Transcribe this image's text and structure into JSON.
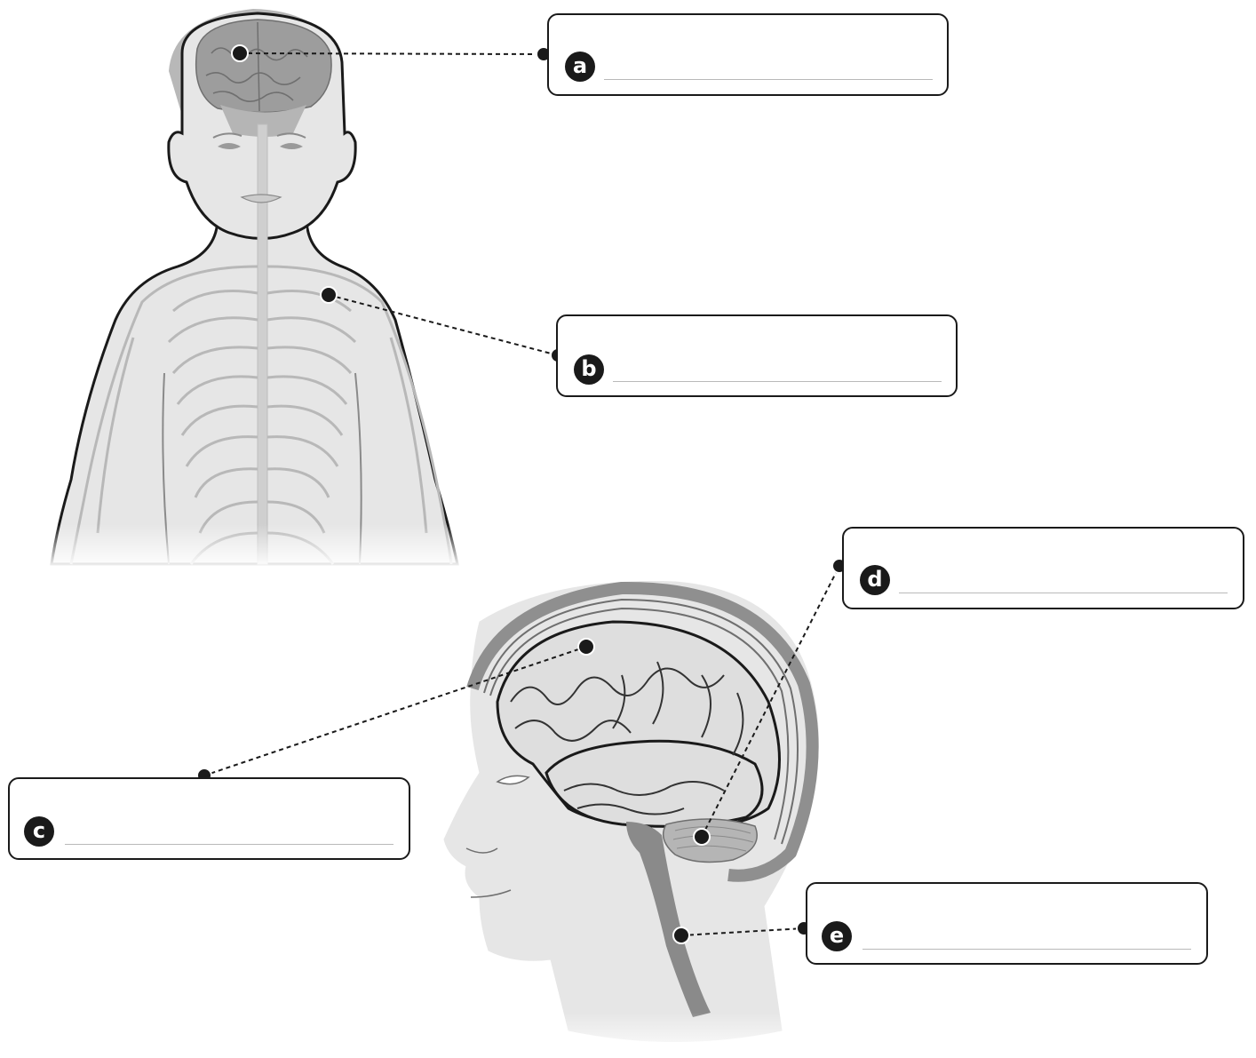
{
  "colors": {
    "outline": "#1a1a1a",
    "skin": "#e8e8e8",
    "nerve": "#b3b3b3",
    "brain": "#a9a9a9",
    "brain_light": "#dcdcdc"
  },
  "labels": [
    {
      "id": "a",
      "letter": "a",
      "answer": ""
    },
    {
      "id": "b",
      "letter": "b",
      "answer": ""
    },
    {
      "id": "c",
      "letter": "c",
      "answer": ""
    },
    {
      "id": "d",
      "letter": "d",
      "answer": ""
    },
    {
      "id": "e",
      "letter": "e",
      "answer": ""
    }
  ],
  "figures": {
    "child_body": {
      "icon": "nervous-system-body-illustration"
    },
    "head_profile": {
      "icon": "brain-cross-section-illustration"
    }
  }
}
